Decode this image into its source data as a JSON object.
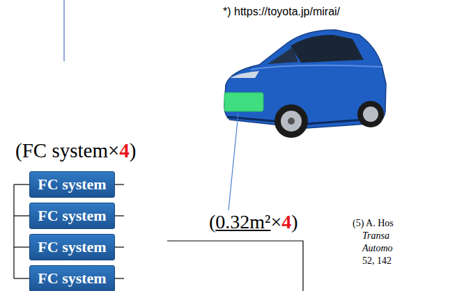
{
  "diagram": {
    "nodes": [
      {
        "text": [
          "FC system"
        ]
      },
      {
        "text": [
          "FC system"
        ]
      },
      {
        "text": [
          "FC system"
        ]
      },
      {
        "text": [
          "FC system"
        ]
      }
    ],
    "labels": [
      "*) https://toyota.jp/mirai/",
      "(FC system×4)",
      "(0.32m²×4)",
      "(5) A. Hos",
      "Transa",
      "Automo",
      "52, 142"
    ]
  }
}
